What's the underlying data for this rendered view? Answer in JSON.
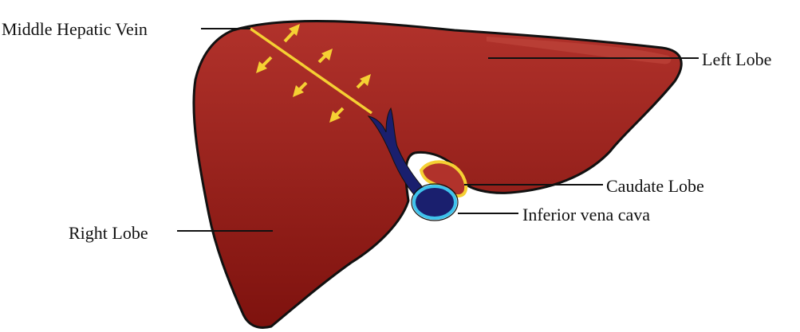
{
  "labels": {
    "middle_hepatic_vein": "Middle Hepatic Vein",
    "left_lobe": "Left Lobe",
    "caudate_lobe": "Caudate Lobe",
    "inferior_vena_cava": "Inferior vena cava",
    "right_lobe": "Right Lobe"
  },
  "colors": {
    "liver_light": "#b1322b",
    "liver_dark": "#7e120e",
    "outline": "#111111",
    "vein_line": "#f5d033",
    "arrow": "#f5d033",
    "vessel": "#1a1f6e",
    "caudate_fill": "#b1322b",
    "caudate_ring": "#f5d033",
    "ivc_ring": "#3fc3ec"
  }
}
